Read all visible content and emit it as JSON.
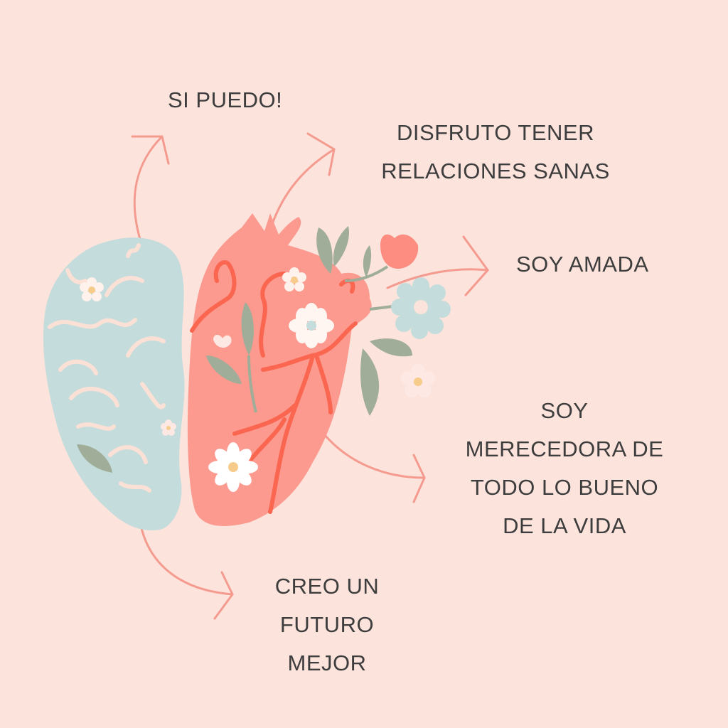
{
  "colors": {
    "background": "#fce3dc",
    "text": "#3d3d3d",
    "brain": "#c4dcdb",
    "heart": "#fc9a8f",
    "vessel": "#fa6650",
    "leaf": "#a0ad98",
    "arrow": "#f59a8e"
  },
  "affirmations": {
    "si_puedo": {
      "lines": [
        "SI PUEDO!"
      ]
    },
    "disfruto": {
      "lines": [
        "DISFRUTO TENER",
        "RELACIONES SANAS"
      ]
    },
    "soy_amada": {
      "lines": [
        "SOY AMADA"
      ]
    },
    "merecedora": {
      "lines": [
        "SOY",
        "MERECEDORA DE",
        "TODO LO BUENO",
        "DE LA VIDA"
      ]
    },
    "creo_futuro": {
      "lines": [
        "CREO UN",
        "FUTURO",
        "MEJOR"
      ]
    }
  },
  "illustration": {
    "left": "brain-icon",
    "right": "heart-icon",
    "decor": "flower-icon"
  }
}
